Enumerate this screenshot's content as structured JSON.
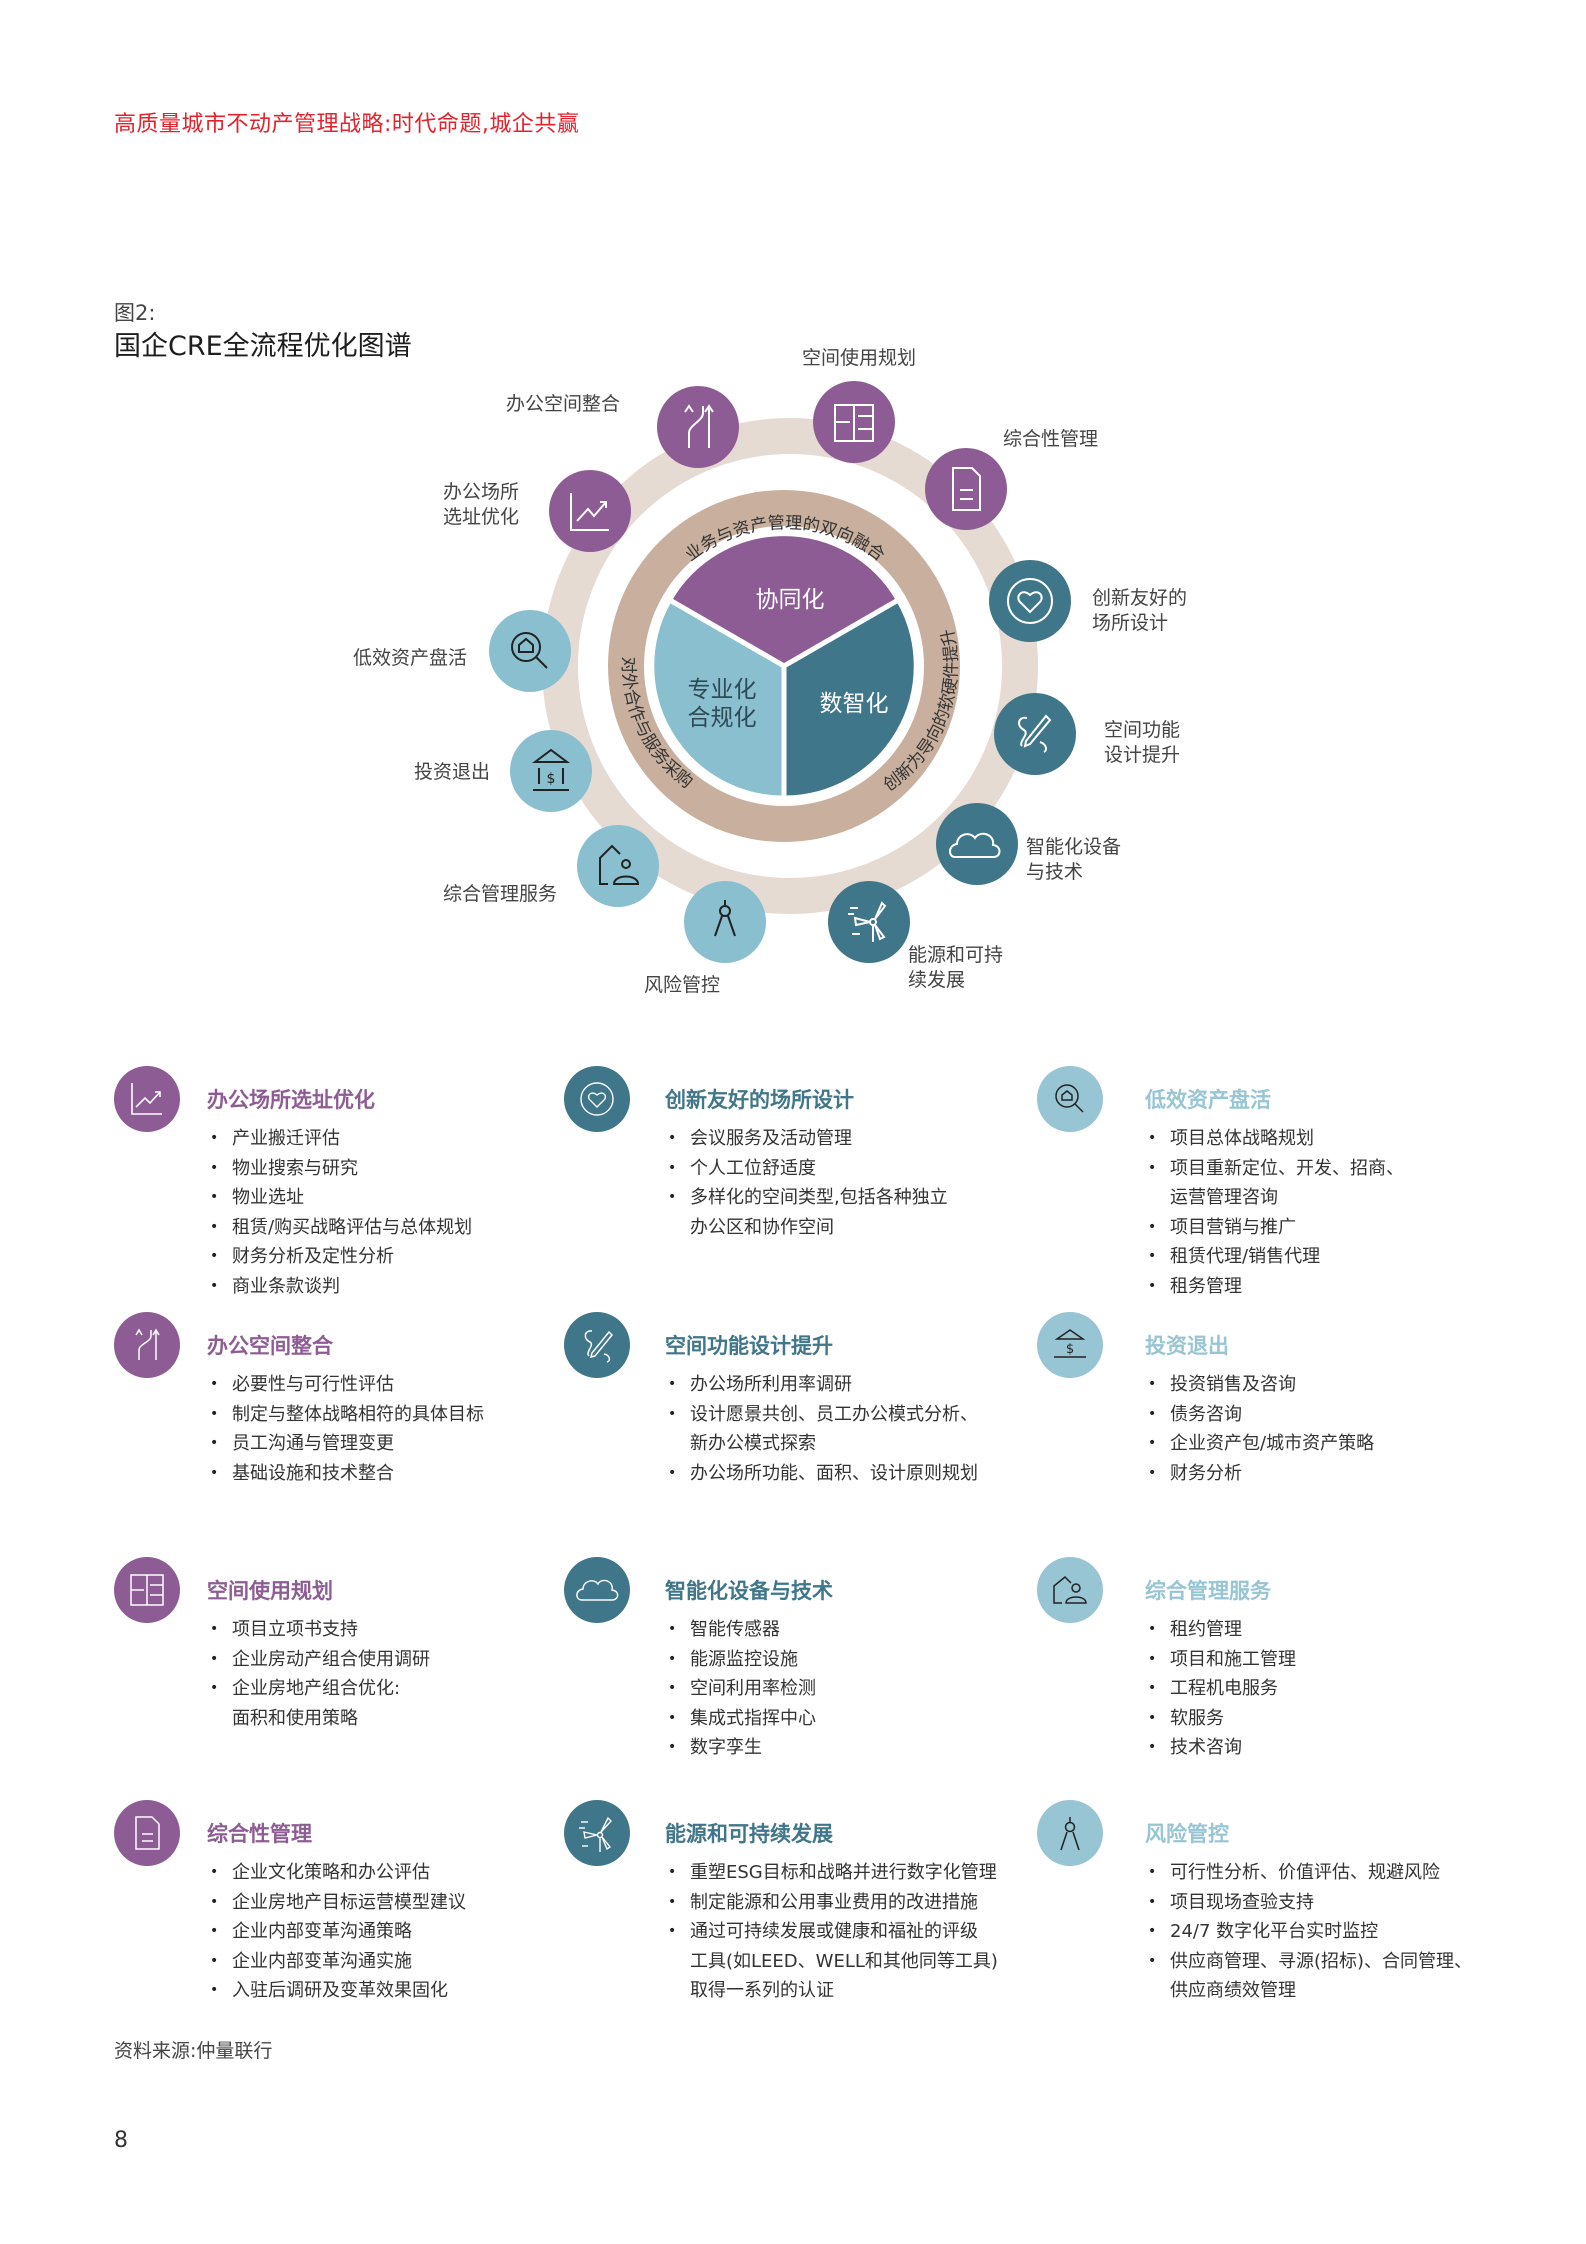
{
  "header": {
    "running_title": "高质量城市不动产管理战略:时代命题,城企共赢"
  },
  "figure": {
    "label": "图2:",
    "title": "国企CRE全流程优化图谱"
  },
  "colors": {
    "purple": "#8E5C94",
    "teal": "#3F7689",
    "light_blue": "#89BFCF",
    "ring_beige": "#E6DBD3",
    "inner_tan": "#C9AF9D",
    "accent_red": "#E4222C"
  },
  "diagram": {
    "center": {
      "segments": [
        {
          "label": "协同化",
          "color": "purple"
        },
        {
          "label": "数智化",
          "color": "teal"
        },
        {
          "label_line1": "专业化",
          "label_line2": "合规化",
          "color": "light_blue"
        }
      ],
      "arc_labels": {
        "top": "业务与资产管理的双向融合",
        "right": "创新为导向的软硬件提升",
        "left": "对外合作与服务采购"
      }
    },
    "ring_nodes": [
      {
        "id": "office-relocation",
        "line1": "办公场所",
        "line2": "选址优化",
        "icon": "chart-trend-icon",
        "color": "purple"
      },
      {
        "id": "space-consolidation",
        "line1": "办公空间整合",
        "line2": "",
        "icon": "merge-arrows-icon",
        "color": "purple"
      },
      {
        "id": "space-planning",
        "line1": "空间使用规划",
        "line2": "",
        "icon": "floor-plan-icon",
        "color": "purple"
      },
      {
        "id": "integrated-management",
        "line1": "综合性管理",
        "line2": "",
        "icon": "document-icon",
        "color": "purple"
      },
      {
        "id": "workplace-design",
        "line1": "创新友好的",
        "line2": "场所设计",
        "icon": "heart-icon",
        "color": "teal"
      },
      {
        "id": "function-design",
        "line1": "空间功能",
        "line2": "设计提升",
        "icon": "pencil-squiggle-icon",
        "color": "teal"
      },
      {
        "id": "smart-tech",
        "line1": "智能化设备",
        "line2": "与技术",
        "icon": "cloud-icon",
        "color": "teal"
      },
      {
        "id": "energy",
        "line1": "能源和可持",
        "line2": "续发展",
        "icon": "wind-turbine-icon",
        "color": "teal"
      },
      {
        "id": "risk",
        "line1": "风险管控",
        "line2": "",
        "icon": "compass-icon",
        "color": "light_blue"
      },
      {
        "id": "facility-services",
        "line1": "综合管理服务",
        "line2": "",
        "icon": "house-person-icon",
        "color": "light_blue"
      },
      {
        "id": "exit",
        "line1": "投资退出",
        "line2": "",
        "icon": "bank-dollar-icon",
        "color": "light_blue"
      },
      {
        "id": "asset-revival",
        "line1": "低效资产盘活",
        "line2": "",
        "icon": "search-house-icon",
        "color": "light_blue"
      }
    ]
  },
  "sections": [
    {
      "title": "办公场所选址优化",
      "color": "purple",
      "icon": "chart-trend-icon",
      "items": [
        "产业搬迁评估",
        "物业搜索与研究",
        "物业选址",
        "租赁/购买战略评估与总体规划",
        "财务分析及定性分析",
        "商业条款谈判"
      ]
    },
    {
      "title": "创新友好的场所设计",
      "color": "teal",
      "icon": "heart-icon",
      "items": [
        "会议服务及活动管理",
        "个人工位舒适度",
        "多样化的空间类型,包括各种独立\n办公区和协作空间"
      ]
    },
    {
      "title": "低效资产盘活",
      "color": "light_blue",
      "icon": "search-house-icon",
      "items": [
        "项目总体战略规划",
        "项目重新定位、开发、招商、\n运营管理咨询",
        "项目营销与推广",
        "租赁代理/销售代理",
        "租务管理"
      ]
    },
    {
      "title": "办公空间整合",
      "color": "purple",
      "icon": "merge-arrows-icon",
      "items": [
        "必要性与可行性评估",
        "制定与整体战略相符的具体目标",
        "员工沟通与管理变更",
        "基础设施和技术整合"
      ]
    },
    {
      "title": "空间功能设计提升",
      "color": "teal",
      "icon": "pencil-squiggle-icon",
      "items": [
        "办公场所利用率调研",
        "设计愿景共创、员工办公模式分析、\n新办公模式探索",
        "办公场所功能、面积、设计原则规划"
      ]
    },
    {
      "title": "投资退出",
      "color": "light_blue",
      "icon": "bank-dollar-icon",
      "items": [
        "投资销售及咨询",
        "债务咨询",
        "企业资产包/城市资产策略",
        "财务分析"
      ]
    },
    {
      "title": "空间使用规划",
      "color": "purple",
      "icon": "floor-plan-icon",
      "items": [
        "项目立项书支持",
        "企业房动产组合使用调研",
        "企业房地产组合优化:\n面积和使用策略"
      ]
    },
    {
      "title": "智能化设备与技术",
      "color": "teal",
      "icon": "cloud-icon",
      "items": [
        "智能传感器",
        "能源监控设施",
        "空间利用率检测",
        "集成式指挥中心",
        "数字孪生"
      ]
    },
    {
      "title": "综合管理服务",
      "color": "light_blue",
      "icon": "house-person-icon",
      "items": [
        "租约管理",
        "项目和施工管理",
        "工程机电服务",
        "软服务",
        "技术咨询"
      ]
    },
    {
      "title": "综合性管理",
      "color": "purple",
      "icon": "document-icon",
      "items": [
        "企业文化策略和办公评估",
        "企业房地产目标运营模型建议",
        "企业内部变革沟通策略",
        "企业内部变革沟通实施",
        "入驻后调研及变革效果固化"
      ]
    },
    {
      "title": "能源和可持续发展",
      "color": "teal",
      "icon": "wind-turbine-icon",
      "items": [
        "重塑ESG目标和战略并进行数字化管理",
        "制定能源和公用事业费用的改进措施",
        "通过可持续发展或健康和福祉的评级\n工具(如LEED、WELL和其他同等工具)\n取得一系列的认证"
      ]
    },
    {
      "title": "风险管控",
      "color": "light_blue",
      "icon": "compass-icon",
      "items": [
        "可行性分析、价值评估、规避风险",
        "项目现场查验支持",
        "24/7 数字化平台实时监控",
        "供应商管理、寻源(招标)、合同管理、\n供应商绩效管理"
      ]
    }
  ],
  "footer": {
    "source": "资料来源:仲量联行",
    "page_number": "8"
  }
}
